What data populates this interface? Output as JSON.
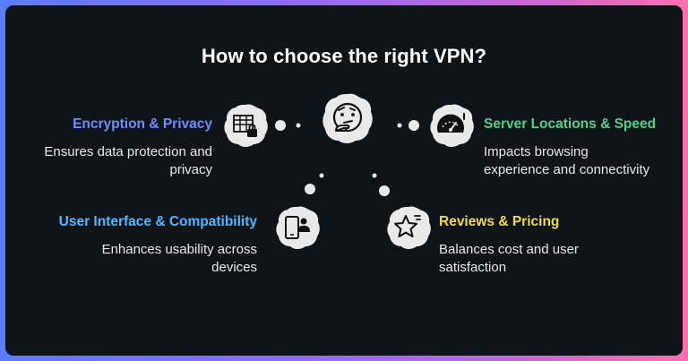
{
  "title": "How to choose the right VPN?",
  "colors": {
    "encryption": "#6f8cff",
    "server": "#4fd18a",
    "interface": "#4fb8ff",
    "reviews": "#f2dc4a",
    "background": "#0f1419",
    "blob": "#e9e9ea"
  },
  "center_icon": "thinking-face-icon",
  "items": [
    {
      "key": "encryption",
      "heading": "Encryption & Privacy",
      "description_line1": "Ensures data protection and",
      "description_line2": "privacy",
      "icon": "table-lock-icon"
    },
    {
      "key": "server",
      "heading": "Server Locations & Speed",
      "description_line1": "Impacts browsing",
      "description_line2": "experience and connectivity",
      "icon": "speedometer-icon"
    },
    {
      "key": "interface",
      "heading": "User Interface & Compatibility",
      "description_line1": "Enhances usability across",
      "description_line2": "devices",
      "icon": "mobile-user-icon"
    },
    {
      "key": "reviews",
      "heading": "Reviews & Pricing",
      "description_line1": "Balances cost and user",
      "description_line2": "satisfaction",
      "icon": "star-rating-icon"
    }
  ]
}
